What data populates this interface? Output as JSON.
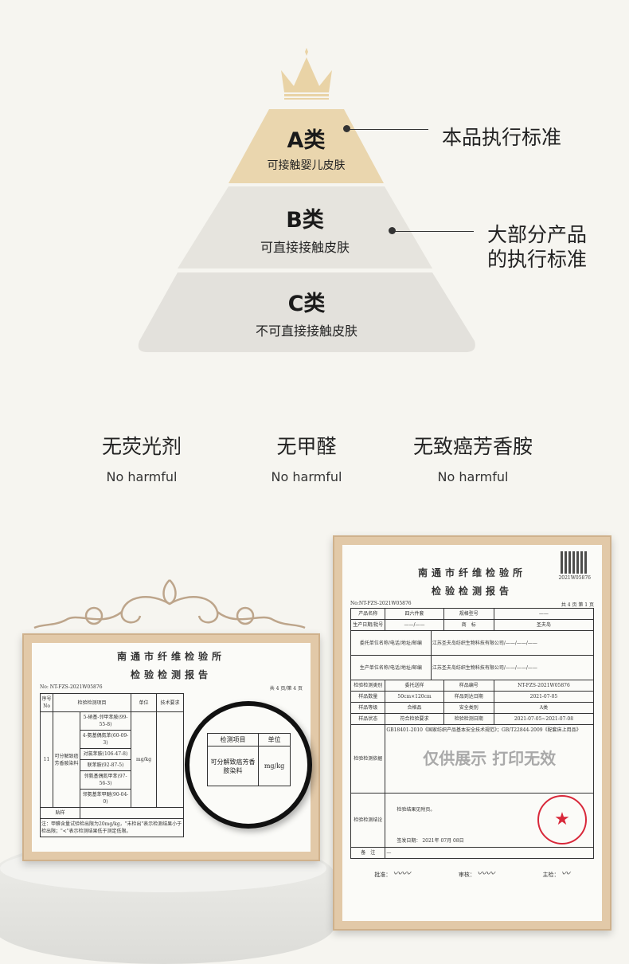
{
  "pyramid": {
    "crown_icon": "crown-icon",
    "levels": [
      {
        "title": "A类",
        "subtitle": "可接触婴儿皮肤",
        "color": "#ead6ae"
      },
      {
        "title": "B类",
        "subtitle": "可直接接触皮肤",
        "color": "#e6e4de"
      },
      {
        "title": "C类",
        "subtitle": "不可直接接触皮肤",
        "color": "#e3e1dc"
      }
    ],
    "callouts": [
      {
        "text": "本品执行标准"
      },
      {
        "line1": "大部分产品",
        "line2": "的执行标准"
      }
    ]
  },
  "features": [
    {
      "cn": "无荧光剂",
      "en": "No harmful"
    },
    {
      "cn": "无甲醛",
      "en": "No harmful"
    },
    {
      "cn": "无致癌芳香胺",
      "en": "No harmful"
    }
  ],
  "report_left": {
    "org": "南通市纤维检验所",
    "title": "检验检测报告",
    "no": "No: NT-FZS-2021W05876",
    "page": "共 4 页/第 4 页",
    "headers": [
      "序号\nNo",
      "检验检测项目",
      "单位",
      "技术要求"
    ],
    "seq": "11",
    "item": "可分解致癌芳香胺染料",
    "unit": "mg/kg",
    "subitems": [
      "5-硝基-邻甲苯胺(99-55-8)",
      "4-氨基偶氮苯(60-09-3)",
      "对氯苯胺(106-47-8)",
      "联苯胺(92-87-5)",
      "邻氨基偶氮甲苯(97-56-3)",
      "邻氨基苯甲醚(90-04-0)"
    ],
    "sample_label": "贴样",
    "note": "注：甲醛含量试验检出限为20mg/kg，\"未检出\"表示检测结果小于检出限；\"<\"表示检测结果低于测定低限。",
    "magnifier": {
      "header": "检测项目",
      "unit_header": "单位",
      "item": "可分解致癌芳香胺染料",
      "unit": "mg/kg"
    }
  },
  "report_right": {
    "org": "南通市纤维检验所",
    "title": "检验检测报告",
    "no": "No:NT-FZS-2021W05876",
    "page": "共 4 页 第 1 页",
    "qr_code": "2021W05876",
    "rows": [
      [
        "产品名称",
        "四六件套",
        "规格型号",
        "——"
      ],
      [
        "生产日期/批号",
        "——/——",
        "商　标",
        "圣夫岛"
      ]
    ],
    "client_label": "委托单位名称/电话/地址/邮编",
    "client_value": "江苏圣夫岛纺织生物科技有限公司/——/——/——",
    "maker_label": "生产单位名称/电话/地址/邮编",
    "maker_value": "江苏圣夫岛纺织生物科技有限公司/——/——/——",
    "rows2": [
      [
        "检验检测类别",
        "委托送样",
        "样品编号",
        "NT-FZS-2021W05876"
      ],
      [
        "样品数量",
        "50cm×120cm",
        "样品到达日期",
        "2021-07-05"
      ],
      [
        "样品等级",
        "合格品",
        "安全类别",
        "A类"
      ],
      [
        "样品状态",
        "符合检验要求",
        "检验检测日期",
        "2021-07-05~2021-07-08"
      ]
    ],
    "basis_label": "检验检测依据",
    "basis_value": "GB18401-2010《国家纺织产品基本安全技术规范》；GB/T22844-2009《配套床上用品》",
    "conclusion_label": "检验检测结论",
    "conclusion_value": "检验结果见附页。",
    "issue_date": "签发日期：  2021年 07月 08日",
    "remark_label": "备　注",
    "remark_value": "—",
    "approve": "批准：",
    "review": "审核：",
    "inspector": "主检：",
    "seal_color": "#d8283a"
  },
  "watermark": "仅供展示 打印无效"
}
